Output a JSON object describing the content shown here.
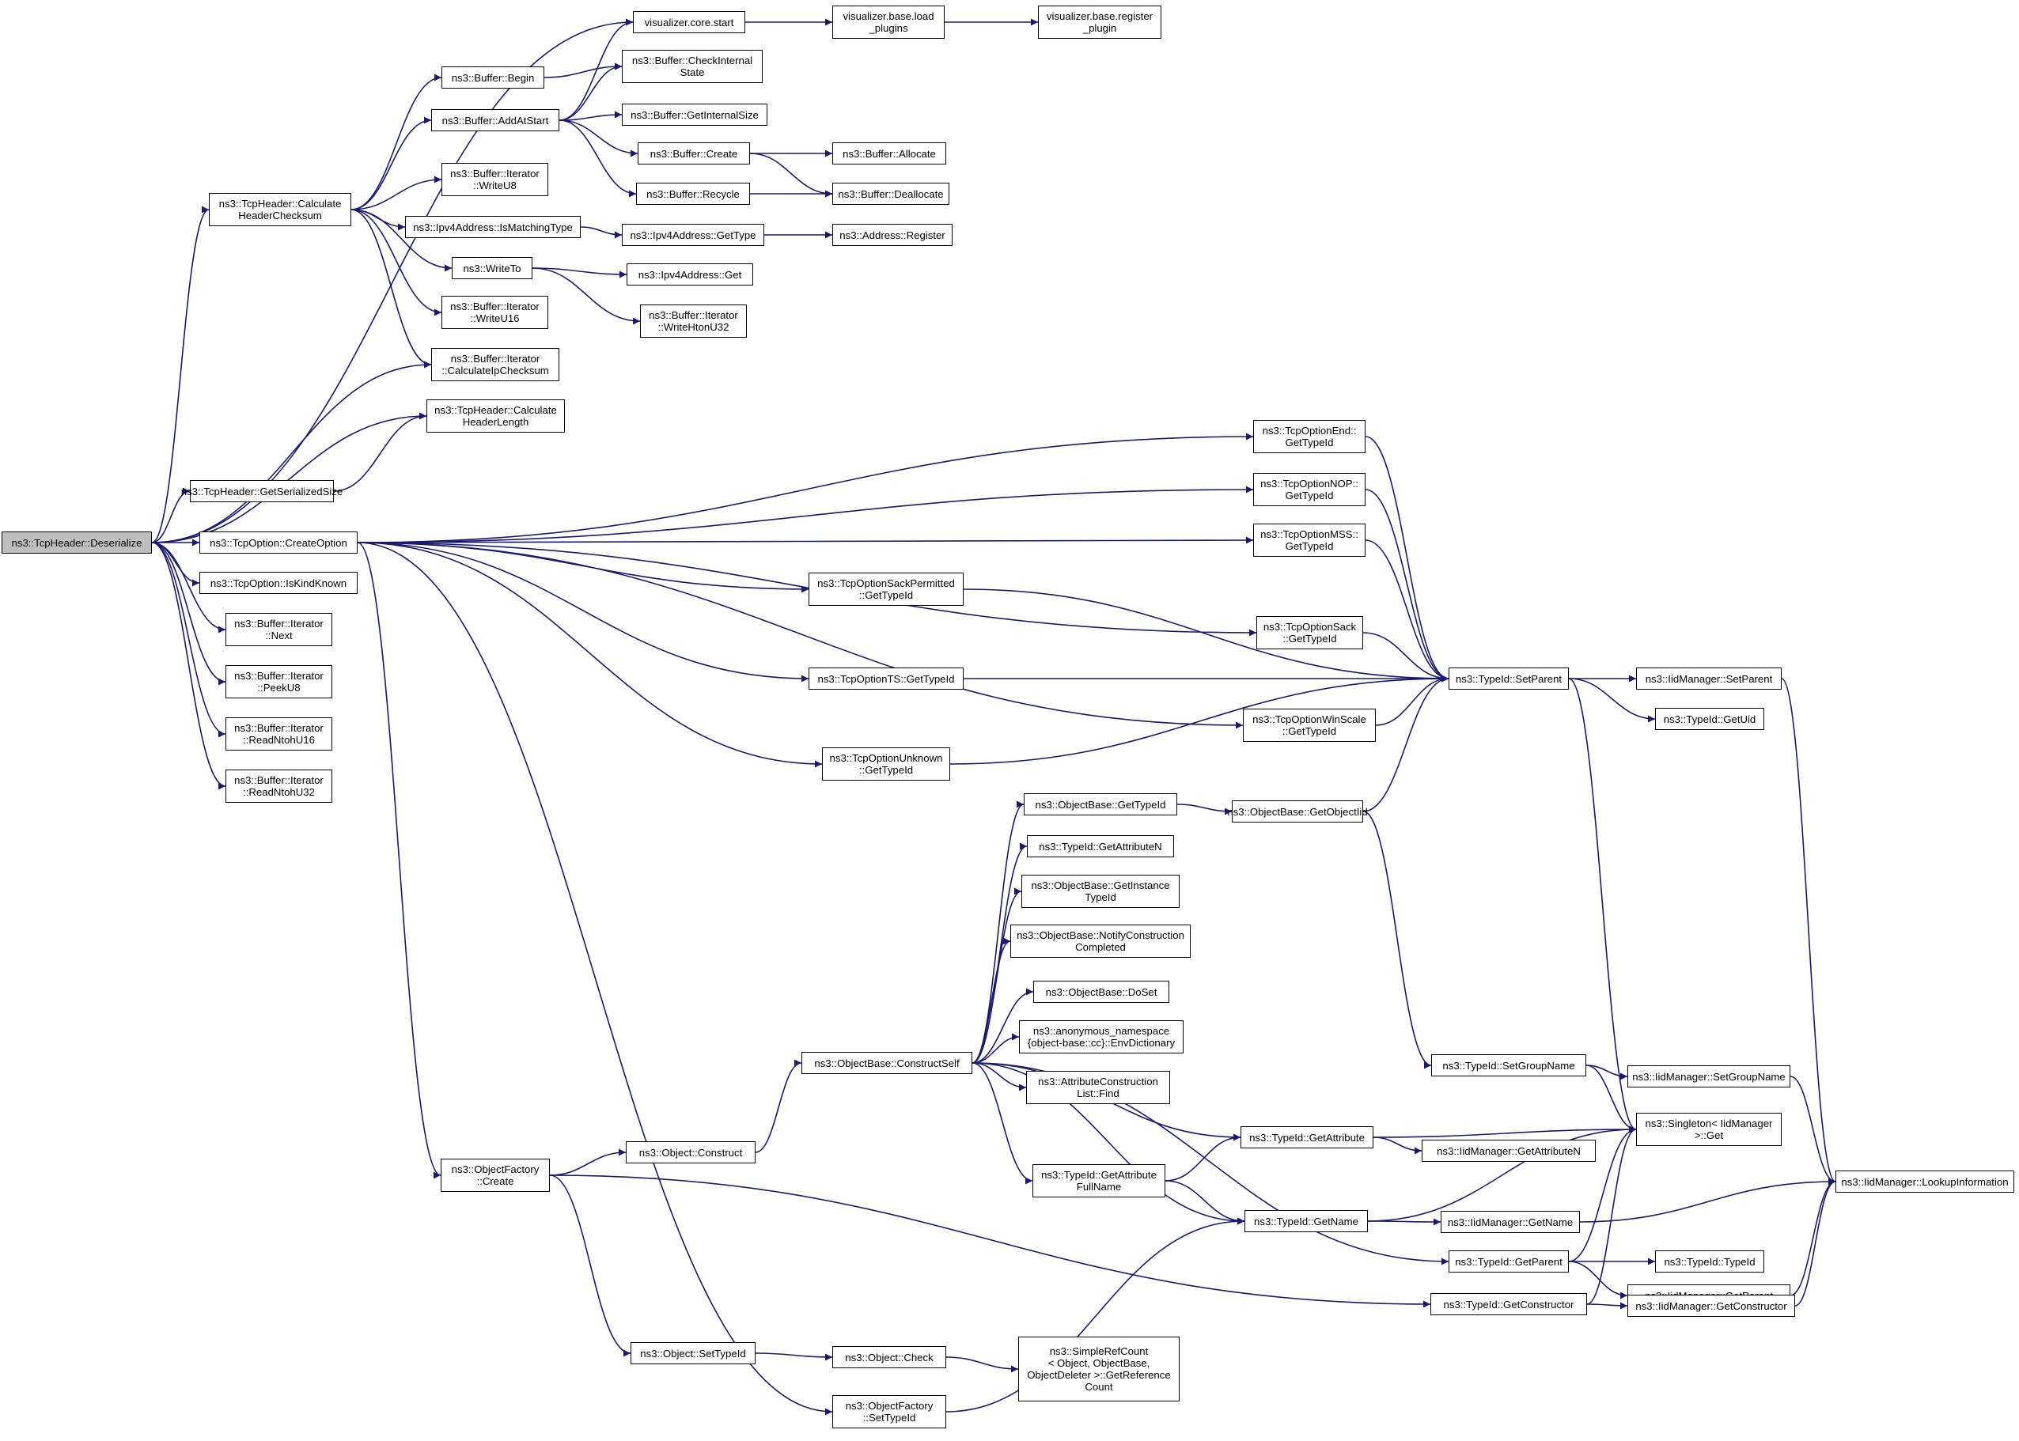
{
  "graph": {
    "edge_color": "#191970",
    "root_fill": "#bfbfbf",
    "nodes": [
      {
        "id": "root",
        "lines": [
          "ns3::TcpHeader::Deserialize"
        ],
        "root": true
      },
      {
        "id": "vcs",
        "lines": [
          "visualizer.core.start"
        ]
      },
      {
        "id": "vbl",
        "lines": [
          "visualizer.base.load",
          "_plugins"
        ]
      },
      {
        "id": "vbr",
        "lines": [
          "visualizer.base.register",
          "_plugin"
        ]
      },
      {
        "id": "bbegin",
        "lines": [
          "ns3::Buffer::Begin"
        ]
      },
      {
        "id": "bcis",
        "lines": [
          "ns3::Buffer::CheckInternal",
          "State"
        ]
      },
      {
        "id": "baas",
        "lines": [
          "ns3::Buffer::AddAtStart"
        ]
      },
      {
        "id": "bgis",
        "lines": [
          "ns3::Buffer::GetInternalSize"
        ]
      },
      {
        "id": "bcreate",
        "lines": [
          "ns3::Buffer::Create"
        ]
      },
      {
        "id": "balloc",
        "lines": [
          "ns3::Buffer::Allocate"
        ]
      },
      {
        "id": "brecycle",
        "lines": [
          "ns3::Buffer::Recycle"
        ]
      },
      {
        "id": "bdealloc",
        "lines": [
          "ns3::Buffer::Deallocate"
        ]
      },
      {
        "id": "biwu8",
        "lines": [
          "ns3::Buffer::Iterator",
          "::WriteU8"
        ]
      },
      {
        "id": "thchs",
        "lines": [
          "ns3::TcpHeader::Calculate",
          "HeaderChecksum"
        ]
      },
      {
        "id": "ipv4imt",
        "lines": [
          "ns3::Ipv4Address::IsMatchingType"
        ]
      },
      {
        "id": "ipv4gt",
        "lines": [
          "ns3::Ipv4Address::GetType"
        ]
      },
      {
        "id": "addrreg",
        "lines": [
          "ns3::Address::Register"
        ]
      },
      {
        "id": "writeto",
        "lines": [
          "ns3::WriteTo"
        ]
      },
      {
        "id": "ipv4get",
        "lines": [
          "ns3::Ipv4Address::Get"
        ]
      },
      {
        "id": "biwu16",
        "lines": [
          "ns3::Buffer::Iterator",
          "::WriteU16"
        ]
      },
      {
        "id": "biwh32",
        "lines": [
          "ns3::Buffer::Iterator",
          "::WriteHtonU32"
        ]
      },
      {
        "id": "bicic",
        "lines": [
          "ns3::Buffer::Iterator",
          "::CalculateIpChecksum"
        ]
      },
      {
        "id": "thchl",
        "lines": [
          "ns3::TcpHeader::Calculate",
          "HeaderLength"
        ]
      },
      {
        "id": "thgss",
        "lines": [
          "ns3::TcpHeader::GetSerializedSize"
        ]
      },
      {
        "id": "tocreate",
        "lines": [
          "ns3::TcpOption::CreateOption"
        ]
      },
      {
        "id": "toikk",
        "lines": [
          "ns3::TcpOption::IsKindKnown"
        ]
      },
      {
        "id": "binext",
        "lines": [
          "ns3::Buffer::Iterator",
          "::Next"
        ]
      },
      {
        "id": "bipeek",
        "lines": [
          "ns3::Buffer::Iterator",
          "::PeekU8"
        ]
      },
      {
        "id": "birn16",
        "lines": [
          "ns3::Buffer::Iterator",
          "::ReadNtohU16"
        ]
      },
      {
        "id": "birn32",
        "lines": [
          "ns3::Buffer::Iterator",
          "::ReadNtohU32"
        ]
      },
      {
        "id": "toend",
        "lines": [
          "ns3::TcpOptionEnd::",
          "GetTypeId"
        ]
      },
      {
        "id": "tonop",
        "lines": [
          "ns3::TcpOptionNOP::",
          "GetTypeId"
        ]
      },
      {
        "id": "tomss",
        "lines": [
          "ns3::TcpOptionMSS::",
          "GetTypeId"
        ]
      },
      {
        "id": "tosp",
        "lines": [
          "ns3::TcpOptionSackPermitted",
          "::GetTypeId"
        ]
      },
      {
        "id": "tosack",
        "lines": [
          "ns3::TcpOptionSack",
          "::GetTypeId"
        ]
      },
      {
        "id": "tots",
        "lines": [
          "ns3::TcpOptionTS::GetTypeId"
        ]
      },
      {
        "id": "tows",
        "lines": [
          "ns3::TcpOptionWinScale",
          "::GetTypeId"
        ]
      },
      {
        "id": "tounk",
        "lines": [
          "ns3::TcpOptionUnknown",
          "::GetTypeId"
        ]
      },
      {
        "id": "tisp",
        "lines": [
          "ns3::TypeId::SetParent"
        ]
      },
      {
        "id": "iimsp",
        "lines": [
          "ns3::IidManager::SetParent"
        ]
      },
      {
        "id": "tiguid",
        "lines": [
          "ns3::TypeId::GetUid"
        ]
      },
      {
        "id": "obgt",
        "lines": [
          "ns3::ObjectBase::GetTypeId"
        ]
      },
      {
        "id": "obgoi",
        "lines": [
          "ns3::ObjectBase::GetObjectIid"
        ]
      },
      {
        "id": "tigan",
        "lines": [
          "ns3::TypeId::GetAttributeN"
        ]
      },
      {
        "id": "obgit",
        "lines": [
          "ns3::ObjectBase::GetInstance",
          "TypeId"
        ]
      },
      {
        "id": "obncc",
        "lines": [
          "ns3::ObjectBase::NotifyConstruction",
          "Completed"
        ]
      },
      {
        "id": "obdoset",
        "lines": [
          "ns3::ObjectBase::DoSet"
        ]
      },
      {
        "id": "anonenv",
        "lines": [
          "ns3::anonymous_namespace",
          "{object-base::cc}::EnvDictionary"
        ]
      },
      {
        "id": "obcs",
        "lines": [
          "ns3::ObjectBase::ConstructSelf"
        ]
      },
      {
        "id": "acl",
        "lines": [
          "ns3::AttributeConstruction",
          "List::Find"
        ]
      },
      {
        "id": "tisgn",
        "lines": [
          "ns3::TypeId::SetGroupName"
        ]
      },
      {
        "id": "iimsgn",
        "lines": [
          "ns3::IidManager::SetGroupName"
        ]
      },
      {
        "id": "singleton",
        "lines": [
          "ns3::Singleton< IidManager",
          " >::Get"
        ]
      },
      {
        "id": "tiga",
        "lines": [
          "ns3::TypeId::GetAttribute"
        ]
      },
      {
        "id": "iimgan",
        "lines": [
          "ns3::IidManager::GetAttributeN"
        ]
      },
      {
        "id": "ofcreate",
        "lines": [
          "ns3::ObjectFactory",
          "::Create"
        ]
      },
      {
        "id": "objcons",
        "lines": [
          "ns3::Object::Construct"
        ]
      },
      {
        "id": "tigafn",
        "lines": [
          "ns3::TypeId::GetAttribute",
          "FullName"
        ]
      },
      {
        "id": "tigname",
        "lines": [
          "ns3::TypeId::GetName"
        ]
      },
      {
        "id": "iimgname",
        "lines": [
          "ns3::IidManager::GetName"
        ]
      },
      {
        "id": "iimli",
        "lines": [
          "ns3::IidManager::LookupInformation"
        ]
      },
      {
        "id": "titypeid",
        "lines": [
          "ns3::TypeId::TypeId"
        ]
      },
      {
        "id": "tigp",
        "lines": [
          "ns3::TypeId::GetParent"
        ]
      },
      {
        "id": "iimgp",
        "lines": [
          "ns3::IidManager::GetParent"
        ]
      },
      {
        "id": "tigc",
        "lines": [
          "ns3::TypeId::GetConstructor"
        ]
      },
      {
        "id": "iimgc",
        "lines": [
          "ns3::IidManager::GetConstructor"
        ]
      },
      {
        "id": "objsti",
        "lines": [
          "ns3::Object::SetTypeId"
        ]
      },
      {
        "id": "objcheck",
        "lines": [
          "ns3::Object::Check"
        ]
      },
      {
        "id": "srcgrc",
        "lines": [
          "ns3::SimpleRefCount",
          "< Object, ObjectBase,",
          "ObjectDeleter >::GetReference",
          "Count"
        ]
      },
      {
        "id": "ofsti",
        "lines": [
          "ns3::ObjectFactory",
          "::SetTypeId"
        ]
      }
    ],
    "edges": [
      [
        "root",
        "vcs"
      ],
      [
        "root",
        "thchs"
      ],
      [
        "root",
        "bicic"
      ],
      [
        "root",
        "thchl"
      ],
      [
        "root",
        "thgss"
      ],
      [
        "root",
        "tocreate"
      ],
      [
        "root",
        "toikk"
      ],
      [
        "root",
        "binext"
      ],
      [
        "root",
        "bipeek"
      ],
      [
        "root",
        "birn16"
      ],
      [
        "root",
        "birn32"
      ],
      [
        "vcs",
        "vbl"
      ],
      [
        "vbl",
        "vbr"
      ],
      [
        "thchs",
        "bbegin"
      ],
      [
        "thchs",
        "baas"
      ],
      [
        "thchs",
        "biwu8"
      ],
      [
        "thchs",
        "ipv4imt"
      ],
      [
        "thchs",
        "writeto"
      ],
      [
        "thchs",
        "biwu16"
      ],
      [
        "thchs",
        "bicic"
      ],
      [
        "bbegin",
        "bcis"
      ],
      [
        "baas",
        "vcs"
      ],
      [
        "baas",
        "bcis"
      ],
      [
        "baas",
        "bgis"
      ],
      [
        "baas",
        "bcreate"
      ],
      [
        "baas",
        "brecycle"
      ],
      [
        "bcreate",
        "balloc"
      ],
      [
        "bcreate",
        "bdealloc"
      ],
      [
        "brecycle",
        "bdealloc"
      ],
      [
        "ipv4imt",
        "ipv4gt"
      ],
      [
        "ipv4gt",
        "addrreg"
      ],
      [
        "writeto",
        "ipv4get"
      ],
      [
        "writeto",
        "biwh32"
      ],
      [
        "thgss",
        "thchl"
      ],
      [
        "tocreate",
        "toend"
      ],
      [
        "tocreate",
        "tonop"
      ],
      [
        "tocreate",
        "tomss"
      ],
      [
        "tocreate",
        "tosp"
      ],
      [
        "tocreate",
        "tosack"
      ],
      [
        "tocreate",
        "tots"
      ],
      [
        "tocreate",
        "tows"
      ],
      [
        "tocreate",
        "tounk"
      ],
      [
        "tocreate",
        "ofcreate"
      ],
      [
        "tocreate",
        "ofsti"
      ],
      [
        "toend",
        "tisp"
      ],
      [
        "tonop",
        "tisp"
      ],
      [
        "tomss",
        "tisp"
      ],
      [
        "tosp",
        "tisp"
      ],
      [
        "tosack",
        "tisp"
      ],
      [
        "tots",
        "tisp"
      ],
      [
        "tows",
        "tisp"
      ],
      [
        "tounk",
        "tisp"
      ],
      [
        "tisp",
        "iimsp"
      ],
      [
        "tisp",
        "tiguid"
      ],
      [
        "tisp",
        "singleton"
      ],
      [
        "iimsp",
        "iimli"
      ],
      [
        "obgt",
        "obgoi"
      ],
      [
        "obgoi",
        "tisp"
      ],
      [
        "obgoi",
        "tisgn"
      ],
      [
        "tisgn",
        "iimsgn"
      ],
      [
        "tisgn",
        "singleton"
      ],
      [
        "iimsgn",
        "iimli"
      ],
      [
        "obcs",
        "obgt"
      ],
      [
        "obcs",
        "tigan"
      ],
      [
        "obcs",
        "obgit"
      ],
      [
        "obcs",
        "obncc"
      ],
      [
        "obcs",
        "obdoset"
      ],
      [
        "obcs",
        "anonenv"
      ],
      [
        "obcs",
        "acl"
      ],
      [
        "obcs",
        "tiga"
      ],
      [
        "obcs",
        "tigafn"
      ],
      [
        "obcs",
        "tigname"
      ],
      [
        "obcs",
        "tigp"
      ],
      [
        "tiga",
        "iimgan"
      ],
      [
        "tiga",
        "singleton"
      ],
      [
        "tigafn",
        "tiga"
      ],
      [
        "tigafn",
        "tigname"
      ],
      [
        "tigname",
        "iimgname"
      ],
      [
        "tigname",
        "singleton"
      ],
      [
        "iimgname",
        "iimli"
      ],
      [
        "tigp",
        "titypeid"
      ],
      [
        "tigp",
        "iimgp"
      ],
      [
        "tigp",
        "singleton"
      ],
      [
        "iimgp",
        "iimli"
      ],
      [
        "tigc",
        "iimgc"
      ],
      [
        "tigc",
        "singleton"
      ],
      [
        "iimgc",
        "iimli"
      ],
      [
        "ofcreate",
        "objcons"
      ],
      [
        "ofcreate",
        "tigc"
      ],
      [
        "ofcreate",
        "objsti"
      ],
      [
        "objcons",
        "obcs"
      ],
      [
        "objsti",
        "objcheck"
      ],
      [
        "objcheck",
        "srcgrc"
      ],
      [
        "ofsti",
        "tigname"
      ]
    ]
  }
}
